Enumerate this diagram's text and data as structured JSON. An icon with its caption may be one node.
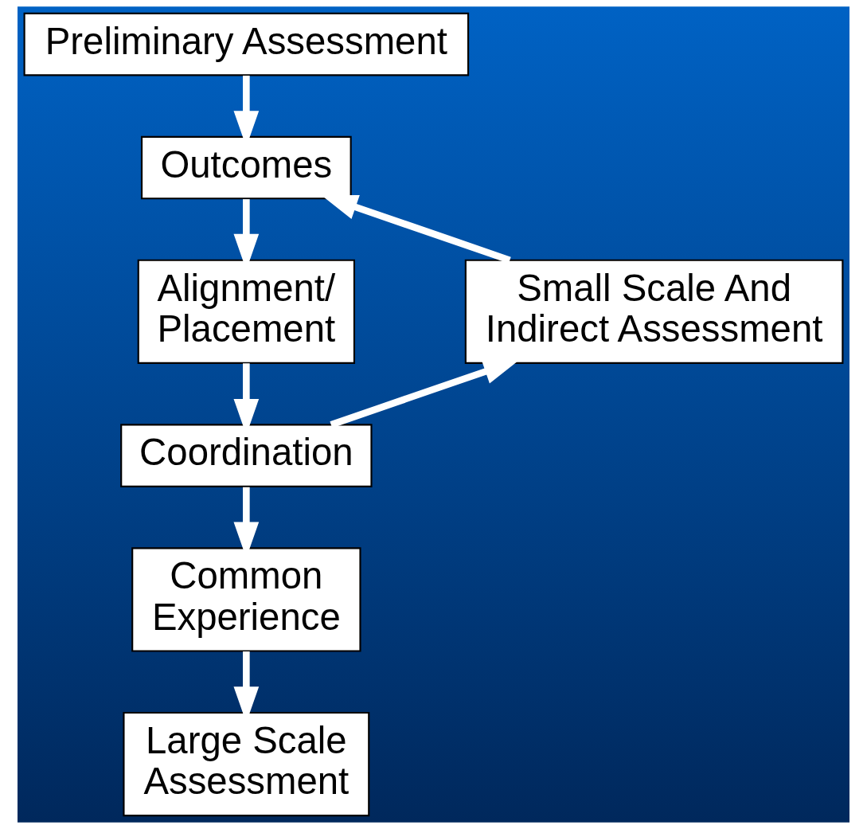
{
  "diagram": {
    "nodes": [
      {
        "text": [
          "Preliminary Assessment"
        ]
      },
      {
        "text": [
          "Outcomes"
        ]
      },
      {
        "text": [
          "Alignment/ Placement"
        ]
      },
      {
        "text": [
          "Small Scale And Indirect Assessment"
        ]
      },
      {
        "text": [
          "Coordination"
        ]
      },
      {
        "text": [
          "Common Experience"
        ]
      },
      {
        "text": [
          "Large Scale Assessment"
        ]
      }
    ],
    "edges": [
      {
        "from": 0,
        "to": 1,
        "arrow": "to"
      },
      {
        "from": 1,
        "to": 2,
        "arrow": "to"
      },
      {
        "from": 2,
        "to": 4,
        "arrow": "to"
      },
      {
        "from": 4,
        "to": 3,
        "arrow": "to"
      },
      {
        "from": 3,
        "to": 1,
        "arrow": "to"
      },
      {
        "from": 4,
        "to": 5,
        "arrow": "to"
      },
      {
        "from": 5,
        "to": 6,
        "arrow": "to"
      }
    ]
  }
}
